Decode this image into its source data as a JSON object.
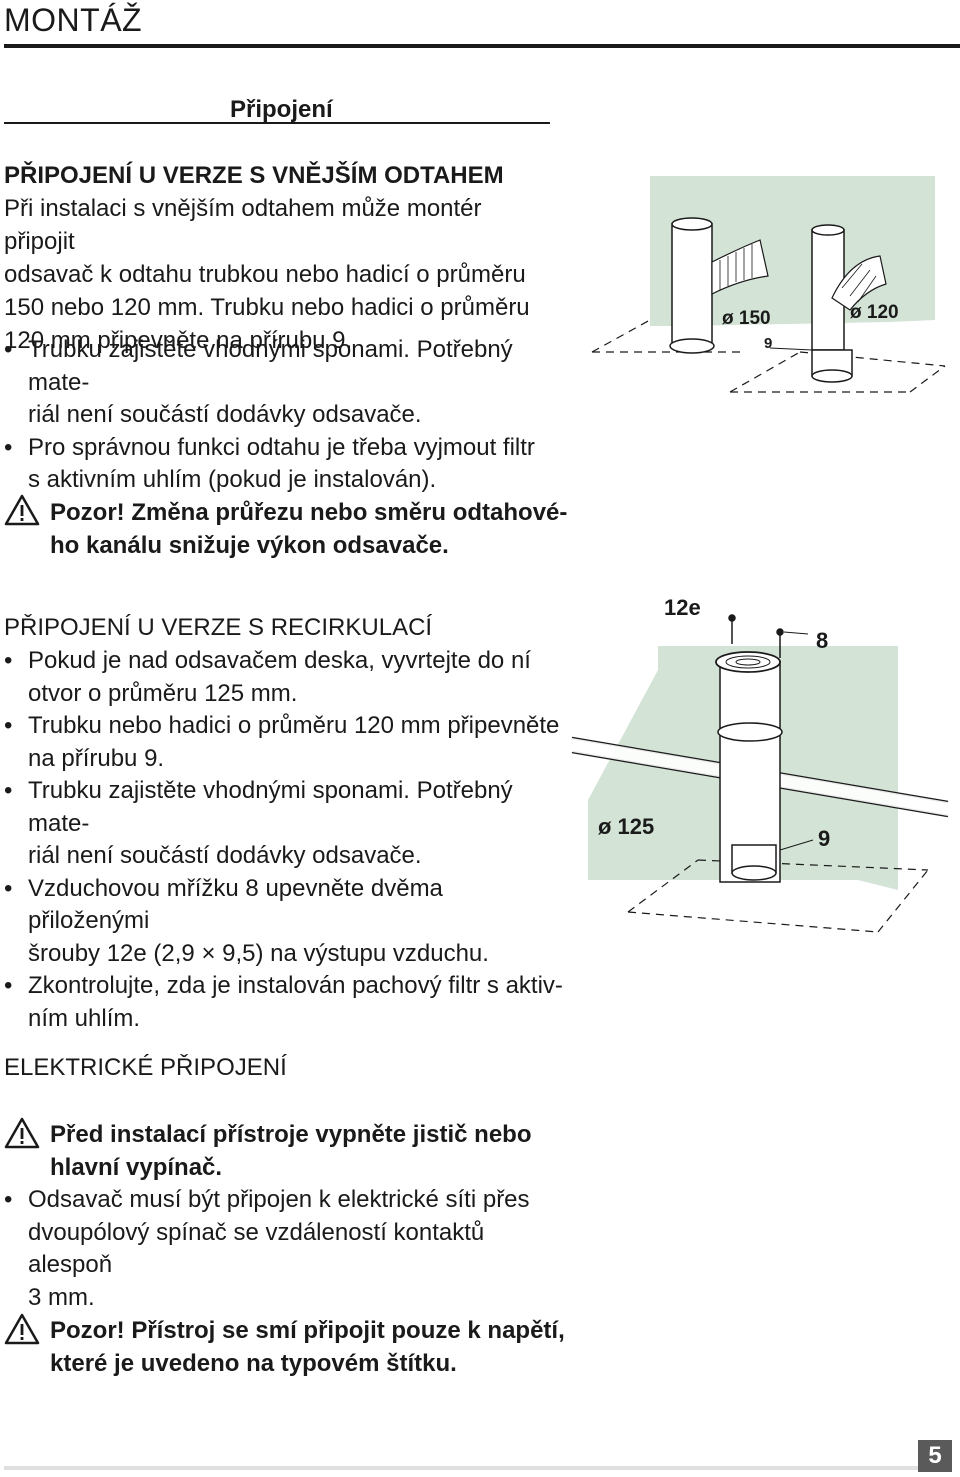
{
  "header": {
    "title": "MONTÁŽ"
  },
  "subsection_title": "Připojení",
  "section1": {
    "heading": "PŘIPOJENÍ U VERZE S VNĚJŠÍM ODTAHEM",
    "para_lines": [
      "Při instalaci s vnějším odtahem může montér připojit",
      "odsavač k odtahu trubkou nebo hadicí o průměru",
      "150 nebo 120 mm. Trubku nebo hadici o průměru",
      "120 mm připevněte na přírubu 9."
    ],
    "bullets": [
      {
        "l1": "Trubku zajistěte vhodnými sponami. Potřebný mate-",
        "l2": "riál není součástí dodávky odsavače."
      },
      {
        "l1": "Pro správnou funkci odtahu je třeba vyjmout filtr",
        "l2": "s aktivním uhlím (pokud je instalován)."
      }
    ],
    "warning_l1": "Pozor! Změna průřezu nebo směru odtahové-",
    "warning_l2": "ho kanálu snižuje výkon odsavače."
  },
  "figure1": {
    "label_a": "ø 150",
    "label_b": "ø 120",
    "label_c": "9"
  },
  "section2": {
    "heading": "PŘIPOJENÍ U VERZE S RECIRKULACÍ",
    "bullets": [
      {
        "l1": "Pokud je nad odsavačem deska, vyvrtejte do ní",
        "l2": "otvor o průměru 125 mm."
      },
      {
        "l1": "Trubku nebo hadici o průměru 120 mm připevněte",
        "l2": "na přírubu 9."
      },
      {
        "l1": "Trubku zajistěte vhodnými sponami. Potřebný mate-",
        "l2": "riál není součástí dodávky odsavače."
      },
      {
        "l1": "Vzduchovou mřížku 8 upevněte dvěma přiloženými",
        "l2": "šrouby 12e (2,9 × 9,5) na výstupu vzduchu."
      },
      {
        "l1": "Zkontrolujte, zda je instalován pachový filtr s aktiv-",
        "l2": "ním uhlím."
      }
    ]
  },
  "figure2": {
    "label_a": "12e",
    "label_b": "8",
    "label_c": "ø 125",
    "label_d": "9"
  },
  "section3": {
    "heading": "ELEKTRICKÉ PŘIPOJENÍ",
    "warning1_l1": "Před instalací přístroje vypněte jistič nebo",
    "warning1_l2": "hlavní vypínač.",
    "bullets": [
      {
        "l1": "Odsavač musí být připojen k elektrické síti přes",
        "l2": "dvoupólový spínač se vzdáleností kontaktů alespoň",
        "l3": "3 mm."
      }
    ],
    "warning2_l1": "Pozor! Přístroj se smí připojit pouze k napětí,",
    "warning2_l2": "které je uvedeno na typovém štítku."
  },
  "footer": {
    "page_number": "5"
  },
  "colors": {
    "figure_fill": "#d3e3d6",
    "text": "#1a1a1a",
    "page_badge": "#5a5a5a"
  }
}
